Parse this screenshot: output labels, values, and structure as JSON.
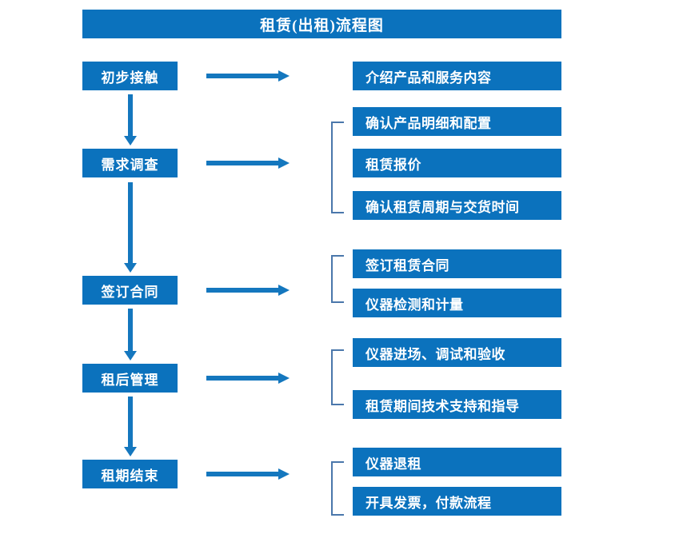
{
  "diagram": {
    "title": "租赁(出租)流程图",
    "accent_color": "#0b72bd",
    "arrow_color": "#1477be",
    "bracket_color": "#4a77ab",
    "background_color": "#ffffff",
    "text_color": "#ffffff"
  },
  "stages": [
    {
      "id": "stage-1",
      "label": "初步接触"
    },
    {
      "id": "stage-2",
      "label": "需求调查"
    },
    {
      "id": "stage-3",
      "label": "签订合同"
    },
    {
      "id": "stage-4",
      "label": "租后管理"
    },
    {
      "id": "stage-5",
      "label": "租期结束"
    }
  ],
  "details": [
    {
      "id": "detail-1",
      "label": "介绍产品和服务内容",
      "stage": "初步接触"
    },
    {
      "id": "detail-2",
      "label": "确认产品明细和配置",
      "stage": "需求调查"
    },
    {
      "id": "detail-3",
      "label": "租赁报价",
      "stage": "需求调查"
    },
    {
      "id": "detail-4",
      "label": "确认租赁周期与交货时间",
      "stage": "需求调查"
    },
    {
      "id": "detail-5",
      "label": "签订租赁合同",
      "stage": "签订合同"
    },
    {
      "id": "detail-6",
      "label": "仪器检测和计量",
      "stage": "签订合同"
    },
    {
      "id": "detail-7",
      "label": "仪器进场、调试和验收",
      "stage": "租后管理"
    },
    {
      "id": "detail-8",
      "label": "租赁期间技术支持和指导",
      "stage": "租后管理"
    },
    {
      "id": "detail-9",
      "label": "仪器退租",
      "stage": "租期结束"
    },
    {
      "id": "detail-10",
      "label": "开具发票，付款流程",
      "stage": "租期结束"
    }
  ]
}
